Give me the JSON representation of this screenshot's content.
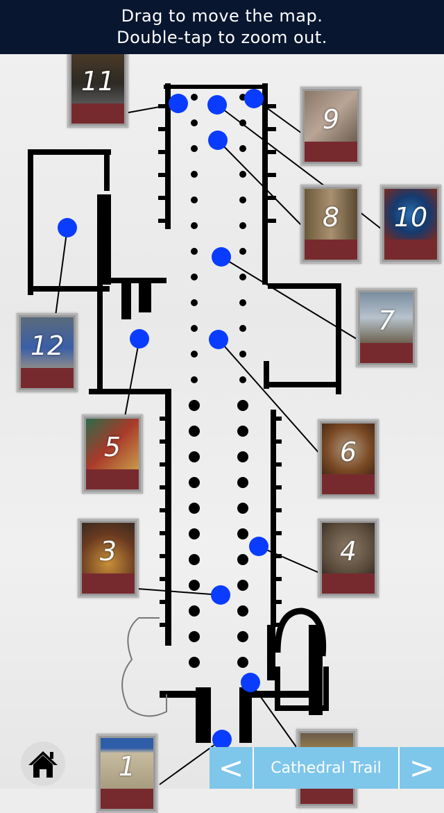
{
  "banner": {
    "line1": "Drag to move the map.",
    "line2": "Double-tap to zoom out."
  },
  "colors": {
    "banner": "#081630",
    "marker": "#0a3cff",
    "thumb_bar": "#772a2e",
    "nav_bar": "#7ec6ea"
  },
  "stops": [
    {
      "number": "1"
    },
    {
      "number": ""
    },
    {
      "number": "3"
    },
    {
      "number": "4"
    },
    {
      "number": "5"
    },
    {
      "number": "6"
    },
    {
      "number": "7"
    },
    {
      "number": "8"
    },
    {
      "number": "9"
    },
    {
      "number": "10"
    },
    {
      "number": "11"
    },
    {
      "number": "12"
    }
  ],
  "nav": {
    "prev_label": "<",
    "title": "Cathedral Trail",
    "next_label": ">",
    "home_icon": "home-icon"
  }
}
